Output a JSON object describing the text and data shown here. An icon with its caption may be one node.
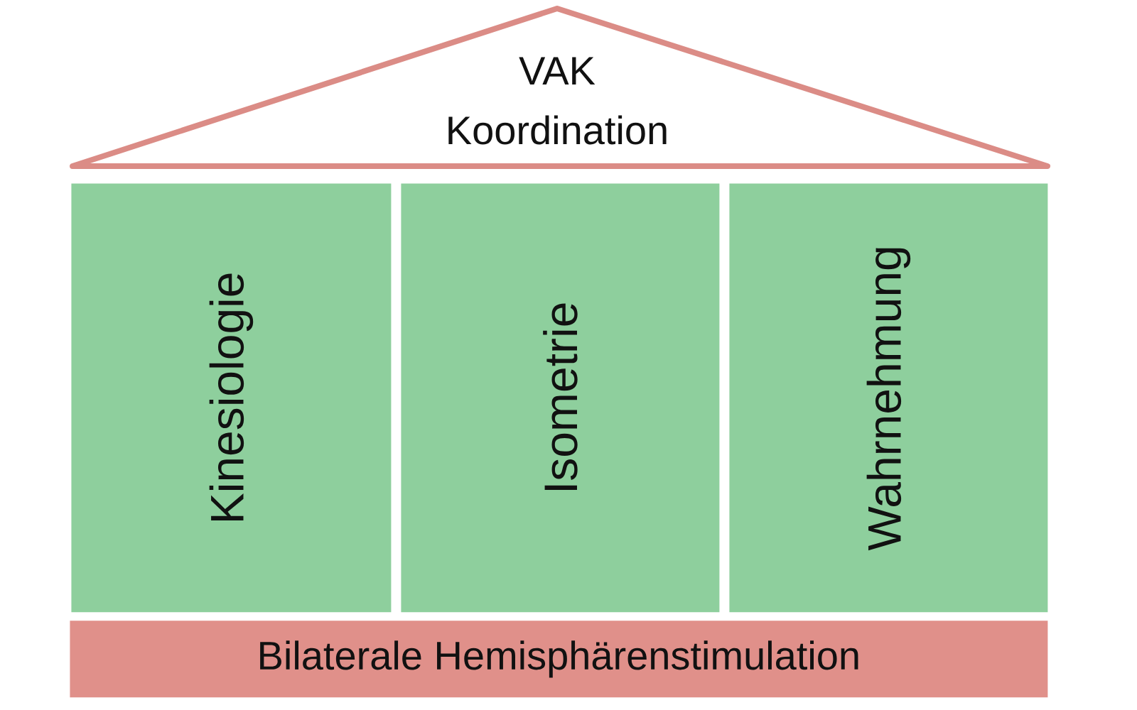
{
  "diagram": {
    "nodes": [
      {
        "text": [
          "VAK Koordination"
        ]
      },
      {
        "text": [
          "Kinesiologie"
        ]
      },
      {
        "text": [
          "Isometrie"
        ]
      },
      {
        "text": [
          "Wahrnehmung"
        ]
      },
      {
        "text": [
          "Bilaterale Hemisphärenstimulation"
        ]
      }
    ]
  }
}
